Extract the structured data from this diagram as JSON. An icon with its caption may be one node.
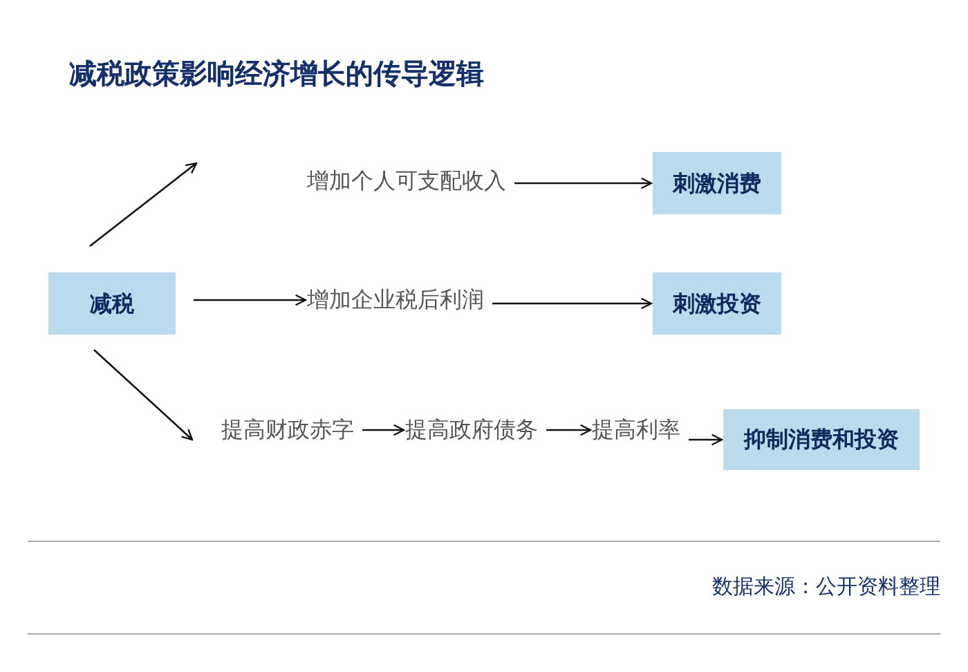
{
  "diagram": {
    "title": "减税政策影响经济增长的传导逻辑",
    "nodes": [
      {
        "text": [
          "减税"
        ]
      },
      {
        "text": [
          "增加个人可支配收入"
        ]
      },
      {
        "text": [
          "刺激消费"
        ]
      },
      {
        "text": [
          "增加企业税后利润"
        ]
      },
      {
        "text": [
          "刺激投资"
        ]
      },
      {
        "text": [
          "提高财政赤字"
        ]
      },
      {
        "text": [
          "提高政府债务"
        ]
      },
      {
        "text": [
          "提高利率"
        ]
      },
      {
        "text": [
          "抑制消费和投资"
        ]
      }
    ],
    "edges": [
      {
        "from": 0,
        "to": 1,
        "arrow": "to"
      },
      {
        "from": 1,
        "to": 2,
        "arrow": "to"
      },
      {
        "from": 0,
        "to": 3,
        "arrow": "to"
      },
      {
        "from": 3,
        "to": 4,
        "arrow": "to"
      },
      {
        "from": 0,
        "to": 5,
        "arrow": "to"
      },
      {
        "from": 5,
        "to": 6,
        "arrow": "to"
      },
      {
        "from": 6,
        "to": 7,
        "arrow": "to"
      },
      {
        "from": 7,
        "to": 8,
        "arrow": "to"
      }
    ],
    "labels": [
      "数据来源：公开资料整理"
    ]
  }
}
